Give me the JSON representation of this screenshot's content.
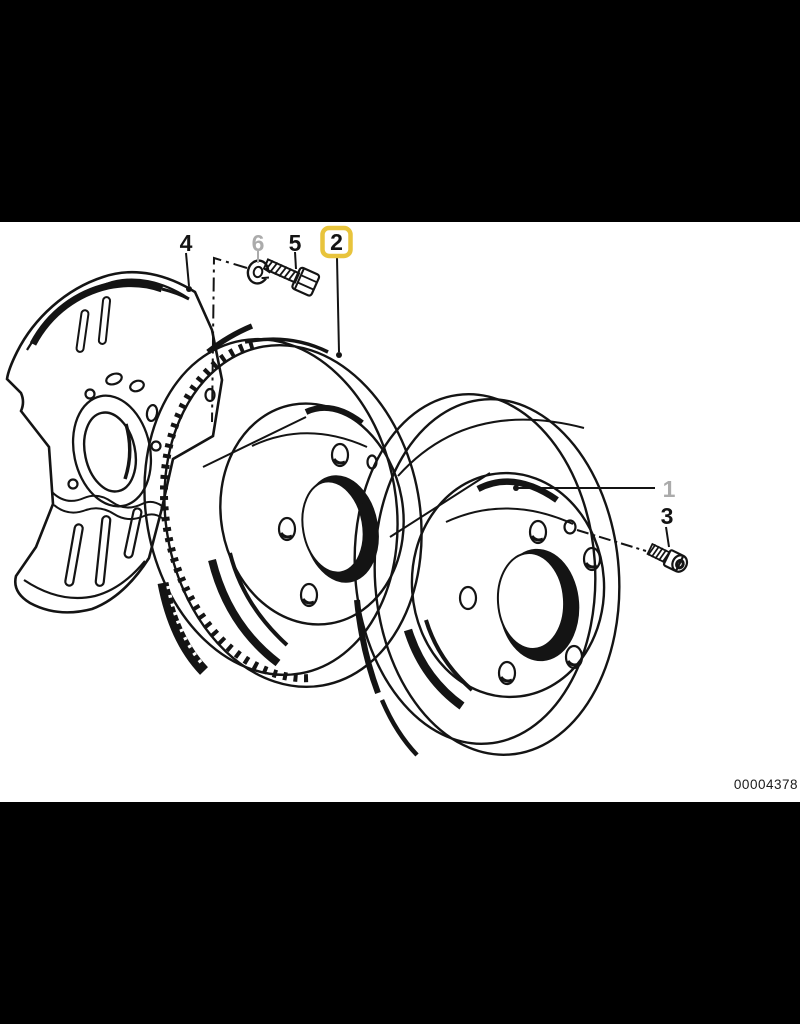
{
  "diagram": {
    "number": "00004378",
    "callouts": [
      {
        "id": "1",
        "label": "1",
        "part": "brake-disc",
        "state": "dimmed"
      },
      {
        "id": "2",
        "label": "2",
        "part": "brake-disc-vented",
        "state": "highlighted"
      },
      {
        "id": "3",
        "label": "3",
        "part": "set-screw",
        "state": "normal"
      },
      {
        "id": "4",
        "label": "4",
        "part": "protection-plate",
        "state": "normal"
      },
      {
        "id": "5",
        "label": "5",
        "part": "hex-bolt",
        "state": "normal"
      },
      {
        "id": "6",
        "label": "6",
        "part": "lock-washer",
        "state": "dimmed"
      }
    ],
    "colors": {
      "highlight": "#E8C43C",
      "dimmed": "#ABABAB",
      "line": "#141414",
      "canvas": "#FFFFFF",
      "letterbox": "#000000"
    }
  }
}
